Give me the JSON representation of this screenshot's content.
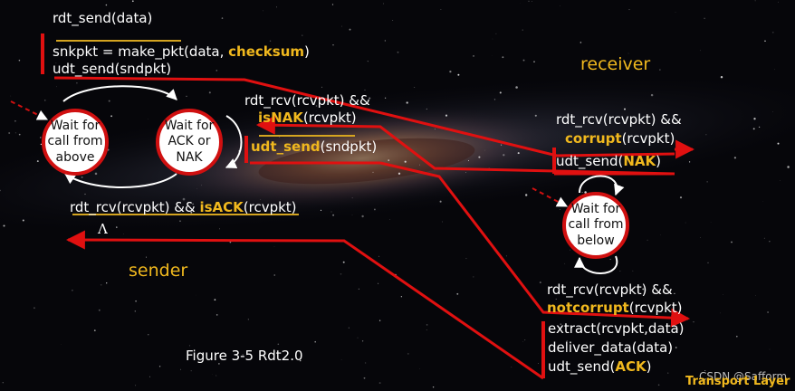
{
  "diagram": {
    "sender_label": "sender",
    "receiver_label": "receiver",
    "states": {
      "wait_above": "Wait for\ncall from\nabove",
      "wait_ack": "Wait for\nACK or\nNAK",
      "wait_below": "Wait for\ncall from\nbelow"
    },
    "sender_send": {
      "event": "rdt_send(data)",
      "action1_pre": "snkpkt = make_pkt(data, ",
      "action1_key": "checksum",
      "action1_post": ")",
      "action2": "udt_send(sndpkt)"
    },
    "sender_nak": {
      "event": "rdt_rcv(rcvpkt) &&",
      "cond_key": "isNAK",
      "cond_arg": "(rcvpkt)",
      "action_key": "udt_send",
      "action_arg": "(sndpkt)"
    },
    "sender_ack": {
      "event_pre": "rdt_rcv(rcvpkt) && ",
      "event_key": "isACK",
      "event_arg": "(rcvpkt)",
      "lambda": "Λ"
    },
    "receiver_corrupt": {
      "event": "rdt_rcv(rcvpkt) &&",
      "cond_key": "corrupt",
      "cond_arg": "(rcvpkt)",
      "action_pre": "udt_send(",
      "action_key": "NAK",
      "action_post": ")"
    },
    "receiver_ok": {
      "event": "rdt_rcv(rcvpkt) &&",
      "cond_key": "notcorrupt",
      "cond_arg": "(rcvpkt)",
      "action1": "extract(rcvpkt,data)",
      "action2": "deliver_data(data)",
      "action3_pre": "udt_send(",
      "action3_key": "ACK",
      "action3_post": ")"
    },
    "caption": "Figure 3-5  Rdt2.0",
    "footer_left": "CSDN @Safform",
    "footer_right": "Transport Layer"
  },
  "colors": {
    "background": "#06060a",
    "accent_text": "#f0b81e",
    "arrow_red": "#e01010",
    "state_fill": "#ffffff"
  }
}
